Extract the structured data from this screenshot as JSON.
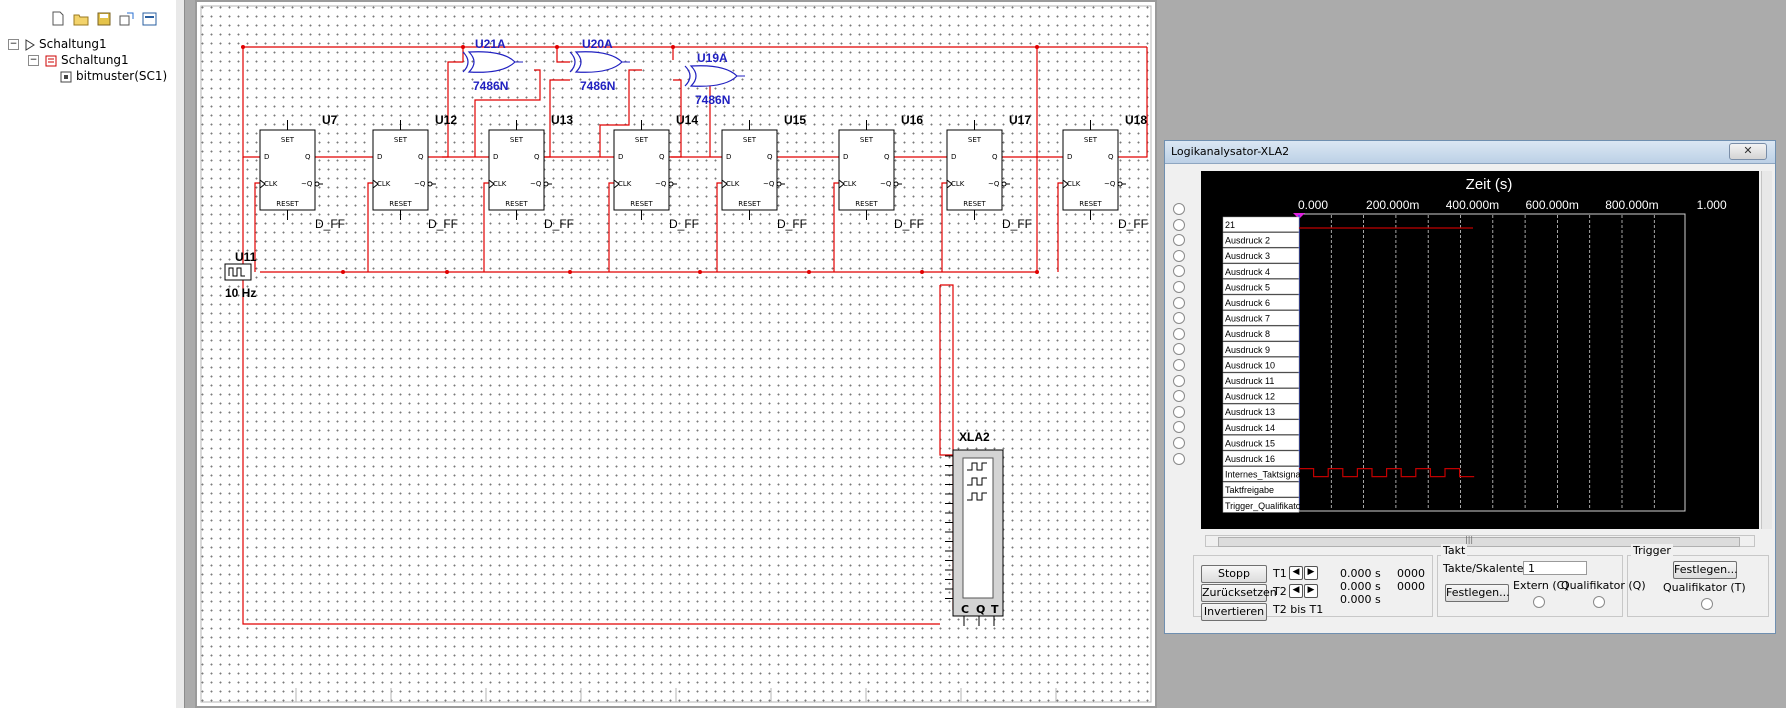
{
  "tree": {
    "root": "Schaltung1",
    "child": "Schaltung1",
    "leaf": "bitmuster(SC1)"
  },
  "toolbar_icons": [
    "new-file-icon",
    "open-folder-icon",
    "save-icon",
    "export-icon",
    "properties-icon"
  ],
  "schematic": {
    "flipflops": [
      "U7",
      "U12",
      "U13",
      "U14",
      "U15",
      "U16",
      "U17",
      "U18"
    ],
    "flipflop_type": "D_FF",
    "pin_set": "SET",
    "pin_reset": "RESET",
    "pin_d": "D",
    "pin_q": "Q",
    "pin_clk": "CLK",
    "pin_nq": "~Q",
    "xor_gates": [
      {
        "ref": "U21A",
        "type": "7486N"
      },
      {
        "ref": "U20A",
        "type": "7486N"
      },
      {
        "ref": "U19A",
        "type": "7486N"
      }
    ],
    "clock": {
      "ref": "U11",
      "freq": "10 Hz"
    },
    "analyzer": {
      "ref": "XLA2",
      "pins": [
        "C",
        "Q",
        "T"
      ]
    }
  },
  "window": {
    "title": "Logikanalysator-XLA2",
    "close": "✕"
  },
  "logic_analyzer": {
    "axis_title": "Zeit (s)",
    "ticks": [
      "0.000",
      "200.000m",
      "400.000m",
      "600.000m",
      "800.000m",
      "1.000"
    ],
    "channels": [
      "21",
      "Ausdruck 2",
      "Ausdruck 3",
      "Ausdruck 4",
      "Ausdruck 5",
      "Ausdruck 6",
      "Ausdruck 7",
      "Ausdruck 8",
      "Ausdruck 9",
      "Ausdruck 10",
      "Ausdruck 11",
      "Ausdruck 12",
      "Ausdruck 13",
      "Ausdruck 14",
      "Ausdruck 15",
      "Ausdruck 16",
      "Internes_Taktsignal",
      "Taktfreigabe",
      "Trigger_Qualifikator"
    ],
    "trace_color": "#c00000",
    "scroll_thumb_grip": "|||"
  },
  "controls": {
    "stop": "Stopp",
    "reset": "Zurücksetzen",
    "invert": "Invertieren",
    "t1_label": "T1",
    "t2_label": "T2",
    "t2_t1_label": "T2 bis T1",
    "t1_time": "0.000 s",
    "t1_value": "0000",
    "t2_time": "0.000 s",
    "t2_value": "0000",
    "t21_time": "0.000 s",
    "takt": {
      "title": "Takt",
      "takte_label": "Takte/Skalenteil",
      "takte_value": "1",
      "set_button": "Festlegen...",
      "extern": "Extern (C)",
      "qualifier": "Qualifikator (Q)"
    },
    "trigger": {
      "title": "Trigger",
      "set_button": "Festlegen...",
      "qualifier": "Qualifikator (T)"
    }
  }
}
